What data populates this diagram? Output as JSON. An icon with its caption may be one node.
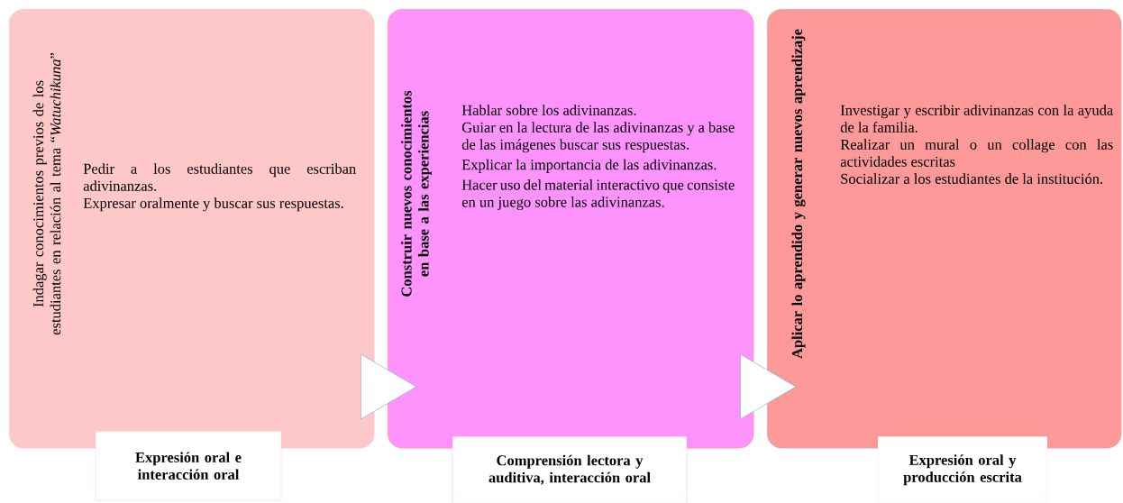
{
  "diagram": {
    "nodes": [
      {
        "text": [
          "Indagar conocimientos previos de los estudiantes en relación al tema “*Watuchikuna*”",
          "Pedir a los estudiantes que escriban adivinanzas.",
          "Expresar oralmente y buscar sus respuestas."
        ]
      },
      {
        "text": [
          "Construir nuevos conocimientos en base a las experiencias",
          "Hablar sobre los adivinanzas.",
          "Guiar en la lectura de las adivinanzas y a base de las imágenes buscar sus respuestas.",
          "Explicar la importancia de las adivinanzas.",
          "Hacer uso del material interactivo que consiste en un juego sobre las adivinanzas."
        ]
      },
      {
        "text": [
          "Aplicar lo aprendido y generar nuevos aprendizaje",
          "Investigar y escribir adivinanzas con la ayuda de la familia.",
          "Realizar un mural o un collage con las actividades escritas",
          "Socializar a los estudiantes de la institución."
        ]
      },
      {
        "text": [
          "Expresión oral e interacción oral"
        ]
      },
      {
        "text": [
          "Comprensión lectora y auditiva, interacción oral"
        ]
      },
      {
        "text": [
          "Expresión oral y producción escrita"
        ]
      }
    ],
    "edges": [
      {
        "from": 0,
        "to": 1,
        "arrow": "to"
      },
      {
        "from": 1,
        "to": 2,
        "arrow": "to"
      }
    ]
  }
}
